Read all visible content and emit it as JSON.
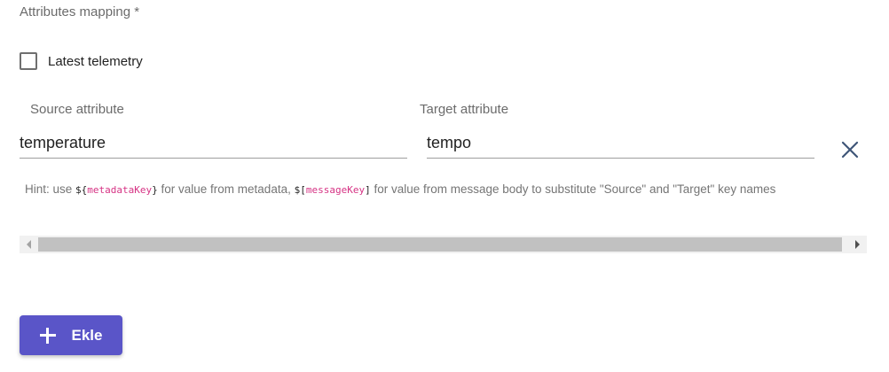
{
  "section": {
    "label": "Attributes mapping *"
  },
  "latest_telemetry": {
    "label": "Latest telemetry",
    "checked": false
  },
  "mapping": {
    "source_label": "Source attribute",
    "source_value": "temperature",
    "target_label": "Target attribute",
    "target_value": "tempo",
    "remove_icon": "close-icon"
  },
  "hint": {
    "prefix": "Hint: use ",
    "metadata_open": "${",
    "metadata_key": "metadataKey",
    "metadata_close": "}",
    "middle": " for value from metadata, ",
    "message_open": "$[",
    "message_key": "messageKey",
    "message_close": "]",
    "suffix": " for value from message body to substitute \"Source\" and \"Target\" key names"
  },
  "add_button": {
    "icon": "plus-icon",
    "label": "Ekle"
  },
  "colors": {
    "accent": "#5a55c8",
    "remove_icon": "#3f5678",
    "code_key": "#d63384"
  }
}
